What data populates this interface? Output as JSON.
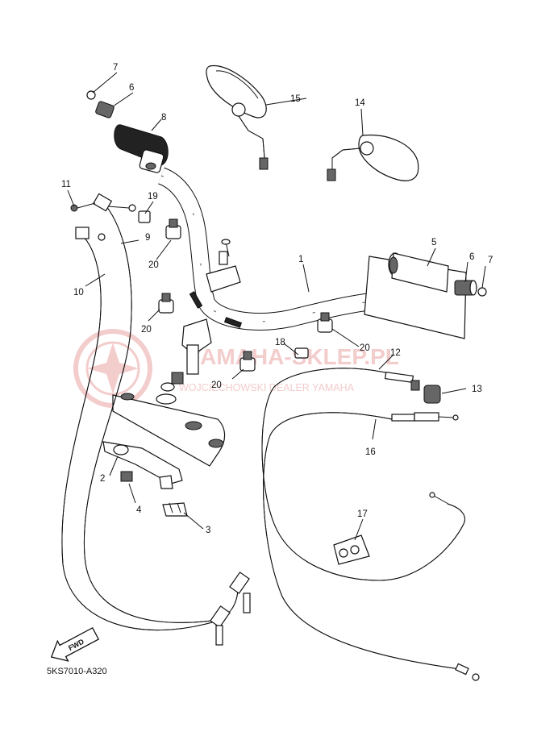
{
  "watermark": {
    "brand": "YAMAHA-SKLEP.PL",
    "subtitle": "WOJCIECHOWSKI DEALER YAMAHA"
  },
  "fwd_label": "FWD",
  "diagram_code": "5KS7010-A320",
  "callouts": [
    {
      "id": "c1",
      "text": "1"
    },
    {
      "id": "c2",
      "text": "2"
    },
    {
      "id": "c3",
      "text": "3"
    },
    {
      "id": "c4",
      "text": "4"
    },
    {
      "id": "c5",
      "text": "5"
    },
    {
      "id": "c6a",
      "text": "6"
    },
    {
      "id": "c6b",
      "text": "6"
    },
    {
      "id": "c7a",
      "text": "7"
    },
    {
      "id": "c7b",
      "text": "7"
    },
    {
      "id": "c8",
      "text": "8"
    },
    {
      "id": "c9",
      "text": "9"
    },
    {
      "id": "c10",
      "text": "10"
    },
    {
      "id": "c11",
      "text": "11"
    },
    {
      "id": "c12",
      "text": "12"
    },
    {
      "id": "c13",
      "text": "13"
    },
    {
      "id": "c14",
      "text": "14"
    },
    {
      "id": "c15",
      "text": "15"
    },
    {
      "id": "c16",
      "text": "16"
    },
    {
      "id": "c17",
      "text": "17"
    },
    {
      "id": "c18",
      "text": "18"
    },
    {
      "id": "c19",
      "text": "19"
    },
    {
      "id": "c20a",
      "text": "20"
    },
    {
      "id": "c20b",
      "text": "20"
    },
    {
      "id": "c20c",
      "text": "20"
    },
    {
      "id": "c20d",
      "text": "20"
    }
  ]
}
